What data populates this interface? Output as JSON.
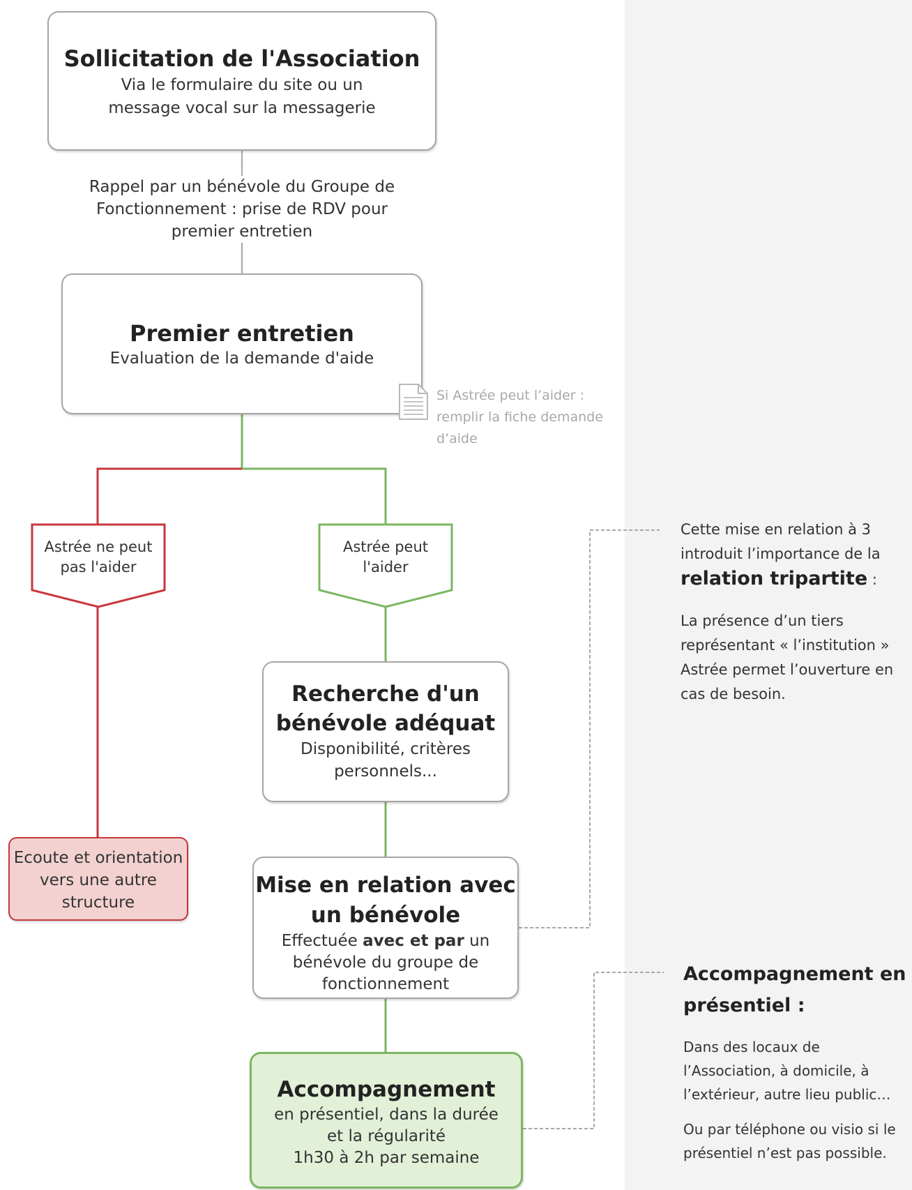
{
  "colors": {
    "neutral_border": "#a6a6a6",
    "red": "#c8363d",
    "red_fill": "#f3d1d1",
    "green": "#7bb661",
    "green_fill": "#e3f0d8",
    "side_panel": "#f3f3f3",
    "dashed": "#a8a8a8"
  },
  "sollicitation": {
    "title": "Sollicitation de l'Association",
    "subtitle": "Via le formulaire du site ou un message vocal sur la messagerie"
  },
  "rappel": "Rappel par un bénévole du Groupe de Fonctionnement : prise de RDV pour premier entretien",
  "premier": {
    "title": "Premier entretien",
    "subtitle": "Evaluation de la demande d'aide"
  },
  "fiche_note": {
    "icon": "document-icon",
    "text": "Si Astrée peut l’aider : remplir la fiche demande d’aide"
  },
  "decision": {
    "no_label": "Astrée ne peut pas l'aider",
    "yes_label": "Astrée peut l'aider"
  },
  "ecoute": {
    "text": "Ecoute et orientation vers une autre structure"
  },
  "recherche": {
    "title": "Recherche d'un bénévole adéquat",
    "subtitle": "Disponibilité, critères personnels..."
  },
  "mise": {
    "title": "Mise en relation avec un bénévole",
    "sub_pre": "Effectuée ",
    "sub_bold": "avec et par",
    "sub_post": " un bénévole du groupe de fonctionnement"
  },
  "accompagnement": {
    "title": "Accompagnement",
    "subtitle": "en présentiel, dans la durée et la régularité",
    "duration": "1h30 à 2h par semaine"
  },
  "tripartite_note": {
    "intro": "Cette mise en relation à 3 introduit l’importance de la",
    "bold": "relation tripartite",
    "colon": " :",
    "body": "La présence d’un tiers représentant « l’institution » Astrée permet l’ouverture en cas de besoin."
  },
  "presentiel_note": {
    "heading": "Accompagnement en présentiel :",
    "body1": "Dans des locaux de l’Association, à domicile, à l’extérieur, autre lieu public…",
    "body2": "Ou par téléphone ou visio si le présentiel n’est pas possible."
  }
}
